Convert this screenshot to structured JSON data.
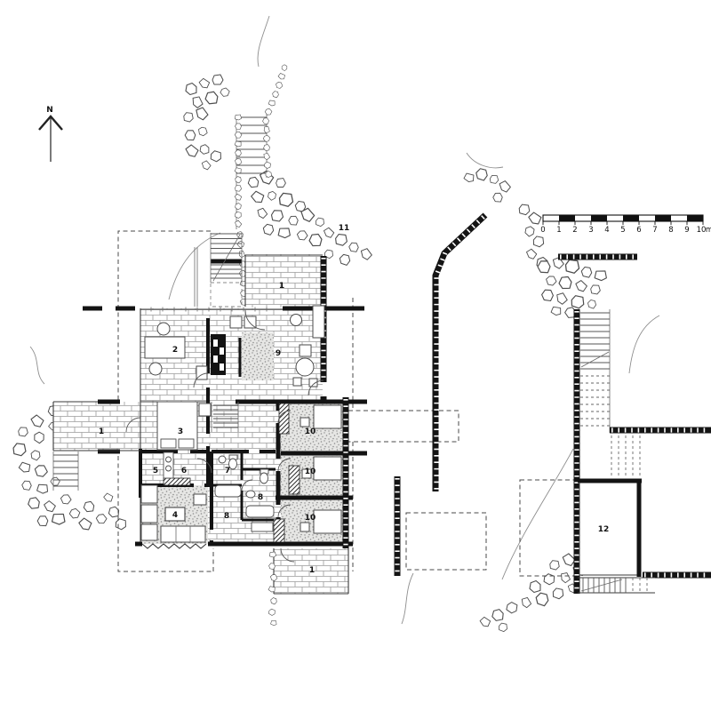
{
  "compass": {
    "label": "N"
  },
  "scale_bar": {
    "labels": [
      "0",
      "1",
      "2",
      "3",
      "4",
      "5",
      "6",
      "7",
      "8",
      "9",
      "10"
    ],
    "unit": "m"
  },
  "rooms": {
    "terrace_top": "1",
    "terrace_left": "1",
    "terrace_bottom": "1",
    "dining2": "2",
    "bedroom3": "3",
    "family4": "4",
    "room5": "5",
    "room6": "6",
    "bath7": "7",
    "bath8a": "8",
    "bath8b": "8",
    "living9": "9",
    "bed10a": "10",
    "bed10b": "10",
    "bed10c": "10",
    "outbuilding12": "12"
  },
  "site": {
    "area11": "11"
  },
  "colors": {
    "ink": "#131313",
    "paper": "#ffffff",
    "stipple_bg": "#e6e6e4",
    "brick_line": "#9a9a9a"
  }
}
